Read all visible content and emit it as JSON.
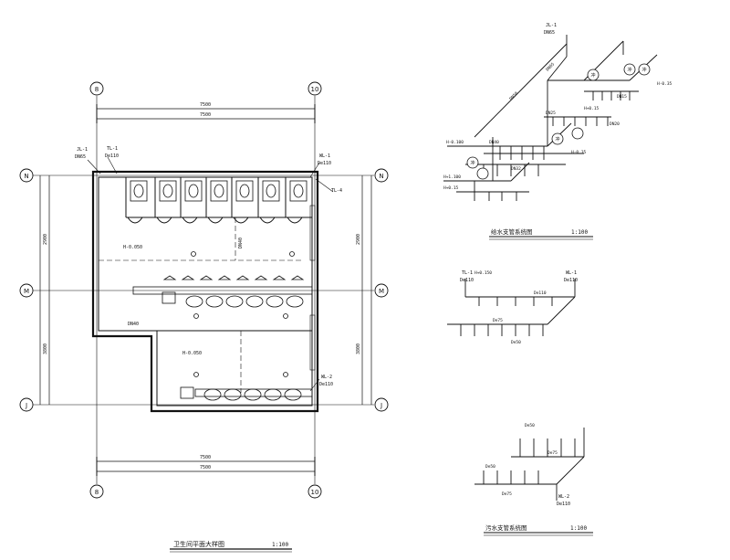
{
  "plan": {
    "title": "卫生间平面大样图",
    "scale": "1:100",
    "grid_cols": [
      "8",
      "10"
    ],
    "grid_rows": [
      "N",
      "M",
      "J"
    ],
    "dim_total_outer": "7500",
    "dim_total_inner": "7500",
    "dim_upper": "2900",
    "dim_lower": "3800",
    "dim_right_upper": "2900",
    "dim_right_lower": "3800",
    "tag_jl1": "JL-1",
    "tag_jl1_dn": "DN65",
    "tag_tl1": "TL-1",
    "tag_tl1_dn": "De110",
    "tag_wl1": "WL-1",
    "tag_wl1_dn": "De110",
    "tag_tl4": "TL-4",
    "tag_wl2": "WL-2",
    "tag_wl2_dn": "De110",
    "level_upper": "H-0.050",
    "level_lower": "H-0.050",
    "pipe_label_mid": "DN40",
    "pipe_label_left": "DN40"
  },
  "supply": {
    "title": "给水支管系统图",
    "scale": "1:100",
    "jl1": "JL-1",
    "jl1_dn": "DN65",
    "h1": "H-0.35",
    "h2": "H-0.100",
    "h3": "H+0.15",
    "h4": "H+1.100",
    "h5": "H-0.35",
    "h6": "H+0.15",
    "d1": "DN65",
    "d2": "DN50",
    "d3": "DN40",
    "d4": "DN32",
    "d5": "DN25",
    "d6": "DN20",
    "d7": "DN15",
    "fix_a": "冲",
    "fix_b": "冲",
    "fix_c": "冲",
    "fix_d": "冲",
    "fix_e": "冲"
  },
  "drain1": {
    "tl1": "TL-1",
    "tl1_dn": "De110",
    "wl1": "WL-1",
    "wl1_dn": "De110",
    "h": "H+0.150",
    "d_main": "De110",
    "d_branch": "De75",
    "d_small": "De50"
  },
  "drain2": {
    "title": "污水支管系统图",
    "scale": "1:100",
    "wl2": "WL-2",
    "wl2_dn": "De110",
    "d_branch": "De50",
    "d_main": "De75"
  }
}
